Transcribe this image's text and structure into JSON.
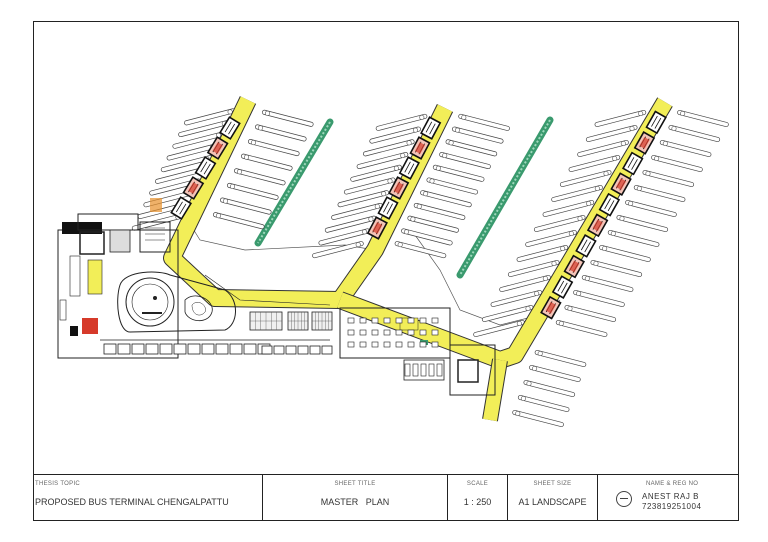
{
  "title_block": {
    "thesis_topic_label": "THESIS TOPIC",
    "thesis_topic": "PROPOSED BUS TERMINAL CHENGALPATTU",
    "sheet_title_label": "SHEET TITLE",
    "sheet_title": "MASTER   PLAN",
    "scale_label": "SCALE",
    "scale": "1 : 250",
    "sheet_size_label": "SHEET SIZE",
    "sheet_size": "A1 LANDSCAPE",
    "name_label": "NAME & REG NO",
    "name": "ANEST RAJ B",
    "reg_no": "723819251004"
  },
  "colors": {
    "corridor": "#f2ee58",
    "line": "#333333",
    "greenery": "#3a9a6e",
    "accent_red": "#d63a2a",
    "accent_orange": "#e8902a"
  }
}
